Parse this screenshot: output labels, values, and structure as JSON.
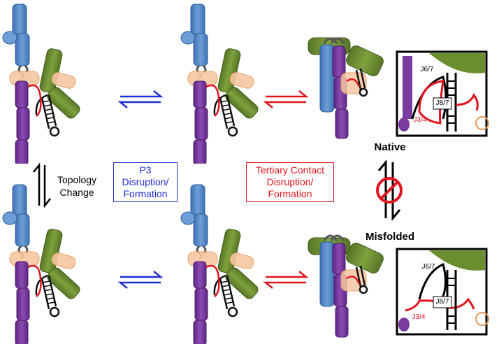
{
  "labels": {
    "topology": [
      "Topology",
      "Change"
    ],
    "p3_box": [
      "P3",
      "Disruption/",
      "Formation"
    ],
    "tertiary_box": [
      "Tertiary Contact",
      "Disruption/",
      "Formation"
    ],
    "native": "Native",
    "misfolded": "Misfolded",
    "inset_top": {
      "j67": "J6/7",
      "j87": "J8/7",
      "j34": "J3/4"
    },
    "inset_bottom": {
      "j67": "J6/7",
      "j87": "J8/7",
      "j34": "J3/4"
    }
  },
  "colors": {
    "blue": "#5b8fcc",
    "purple": "#7a3aa0",
    "green": "#6b8e2e",
    "peach": "#f6c7a3",
    "red": "#e0141e",
    "arrow_blue": "#1f2fd1"
  }
}
